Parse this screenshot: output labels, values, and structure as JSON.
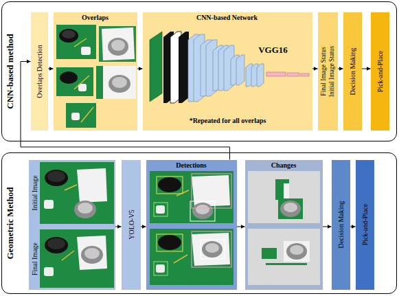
{
  "diagram": {
    "nodes": [
      {
        "text": [
          "CNN-based method"
        ]
      },
      {
        "text": [
          "Overlaps Detection"
        ],
        "in": 0
      },
      {
        "text": [
          "Overlaps"
        ],
        "in": 0
      },
      {
        "text": [
          "CNN-based Network",
          "VGG16",
          "*Repeated for all overlaps"
        ],
        "in": 0
      },
      {
        "text": [
          "Final Image Status",
          "Initial Image Status"
        ],
        "in": 0
      },
      {
        "text": [
          "Decision Making"
        ],
        "in": 0
      },
      {
        "text": [
          "Pick-and-Place"
        ],
        "in": 0
      },
      {
        "text": [
          "Geometric Method"
        ]
      },
      {
        "text": [
          "Initial Image",
          "Final Image"
        ],
        "in": 7
      },
      {
        "text": [
          "YOLO-V5"
        ],
        "in": 7
      },
      {
        "text": [
          "Detections"
        ],
        "in": 7
      },
      {
        "text": [
          "Changes"
        ],
        "in": 7
      },
      {
        "text": [
          "Decision Making"
        ],
        "in": 7
      },
      {
        "text": [
          "Pick-and-Place"
        ],
        "in": 7
      }
    ],
    "edges": [
      {
        "from": 1,
        "to": 2,
        "arrow": "to"
      },
      {
        "from": 2,
        "to": 3,
        "arrow": "to"
      },
      {
        "from": 3,
        "to": 4,
        "arrow": "to"
      },
      {
        "from": 4,
        "to": 5,
        "arrow": "to"
      },
      {
        "from": 5,
        "to": 6,
        "arrow": "to"
      },
      {
        "from": 8,
        "to": 9,
        "arrow": "to"
      },
      {
        "from": 9,
        "to": 10,
        "arrow": "to"
      },
      {
        "from": 10,
        "to": 11,
        "arrow": "to"
      },
      {
        "from": 11,
        "to": 12,
        "arrow": "to"
      },
      {
        "from": 12,
        "to": 13,
        "arrow": "to"
      },
      {
        "from": 10,
        "to": 1,
        "arrow": "to"
      }
    ]
  }
}
